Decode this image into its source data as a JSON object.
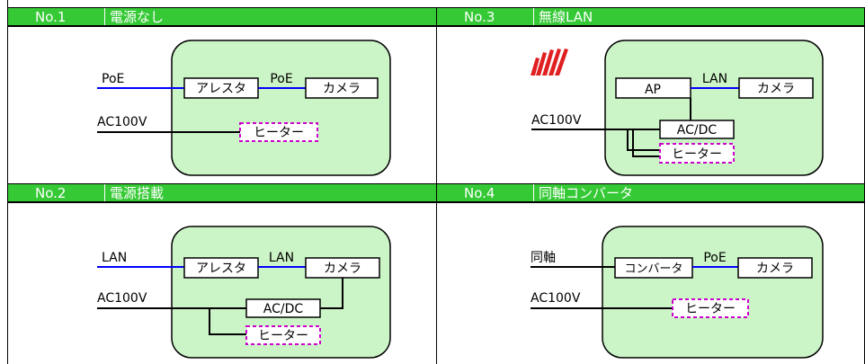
{
  "panels": [
    {
      "no": "No.1",
      "title": "電源なし",
      "in_label": "PoE",
      "mid_label": "PoE",
      "device": "アレスタ",
      "camera": "カメラ",
      "ac_label": "AC100V",
      "heater": "ヒーター"
    },
    {
      "no": "No.3",
      "title": "無線LAN",
      "ap": "AP",
      "lan_label": "LAN",
      "camera": "カメラ",
      "ac_label": "AC100V",
      "acdc": "AC/DC",
      "heater": "ヒーター"
    },
    {
      "no": "No.2",
      "title": "電源搭載",
      "in_label": "LAN",
      "mid_label": "LAN",
      "device": "アレスタ",
      "camera": "カメラ",
      "ac_label": "AC100V",
      "acdc": "AC/DC",
      "heater": "ヒーター"
    },
    {
      "no": "No.4",
      "title": "同軸コンバータ",
      "in_label": "同軸",
      "mid_label": "PoE",
      "device": "コンバータ",
      "camera": "カメラ",
      "ac_label": "AC100V",
      "heater": "ヒーター"
    }
  ],
  "colors": {
    "header": "#35c935",
    "enclosure": "#ccf5c7",
    "poe_line": "#0000ff",
    "heater_border": "#cc00cc",
    "wifi": "#e02020"
  }
}
